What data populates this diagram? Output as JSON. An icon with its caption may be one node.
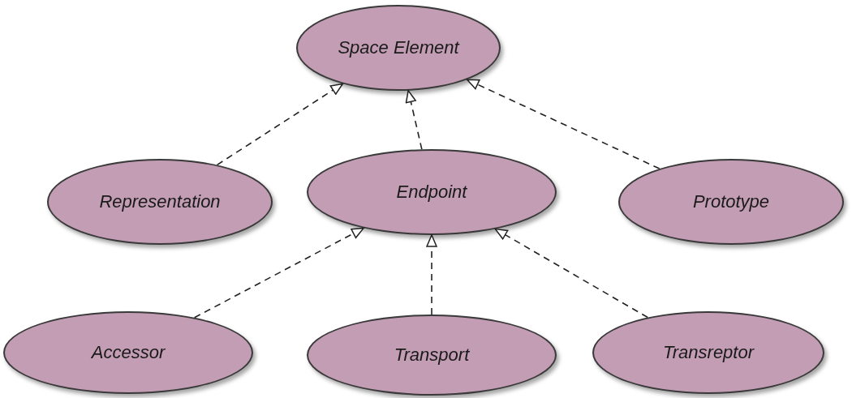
{
  "diagram": {
    "nodes": [
      {
        "text": [
          "Space Element"
        ]
      },
      {
        "text": [
          "Representation"
        ]
      },
      {
        "text": [
          "Endpoint"
        ]
      },
      {
        "text": [
          "Prototype"
        ]
      },
      {
        "text": [
          "Accessor"
        ]
      },
      {
        "text": [
          "Transport"
        ]
      },
      {
        "text": [
          "Transreptor"
        ]
      }
    ],
    "edges": [
      {
        "from": 1,
        "to": 0,
        "arrow": "to",
        "style": "dashed"
      },
      {
        "from": 2,
        "to": 0,
        "arrow": "to",
        "style": "dashed"
      },
      {
        "from": 3,
        "to": 0,
        "arrow": "to",
        "style": "dashed"
      },
      {
        "from": 4,
        "to": 2,
        "arrow": "to",
        "style": "dashed"
      },
      {
        "from": 5,
        "to": 2,
        "arrow": "to",
        "style": "dashed"
      },
      {
        "from": 6,
        "to": 2,
        "arrow": "to",
        "style": "dashed"
      }
    ]
  }
}
